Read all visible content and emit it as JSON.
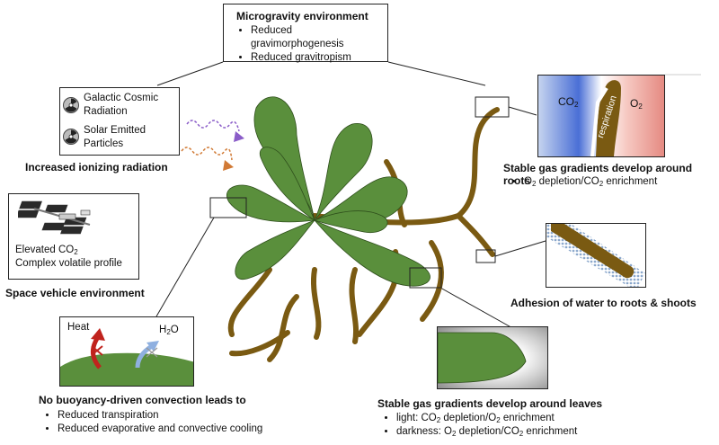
{
  "microgravity": {
    "title": "Microgravity environment",
    "bullets": [
      "Reduced gravimorphogenesis",
      "Reduced gravitropism"
    ]
  },
  "radiation": {
    "items": [
      {
        "line1": "Galactic Cosmic",
        "line2": "Radiation"
      },
      {
        "line1": "Solar Emitted",
        "line2": "Particles"
      }
    ],
    "caption": "Increased ionizing radiation"
  },
  "vehicle": {
    "line1_pre": "Elevated CO",
    "line1_sub": "2",
    "line2": "Complex volatile profile",
    "caption": "Space vehicle environment"
  },
  "convection": {
    "heat_label": "Heat",
    "water_pre": "H",
    "water_sub": "2",
    "water_post": "O",
    "title": "No buoyancy-driven convection leads to",
    "bullets": [
      "Reduced transpiration",
      "Reduced evaporative and convective cooling"
    ]
  },
  "roots_gas": {
    "co2_pre": "CO",
    "co2_sub": "2",
    "o2_pre": "O",
    "o2_sub": "2",
    "respiration": "respiration",
    "title": "Stable gas gradients develop around roots",
    "bullet_a": "O",
    "bullet_a_sub": "2",
    "bullet_b": " depletion/CO",
    "bullet_b_sub": "2",
    "bullet_c": " enrichment"
  },
  "adhesion": {
    "caption": "Adhesion of water to roots & shoots"
  },
  "leaves_gas": {
    "title": "Stable gas gradients develop around leaves",
    "light": {
      "p1": "light: CO",
      "s1": "2",
      "p2": " depletion/O",
      "s2": "2",
      "p3": " enrichment"
    },
    "dark": {
      "p1": "darkness: O",
      "s1": "2",
      "p2": " depletion/CO",
      "s2": "2",
      "p3": " enrichment"
    }
  },
  "colors": {
    "leaf": "#5a8f3c",
    "root": "#7a5a12",
    "co2_blue": "#4a6fd6",
    "o2_red": "#e58a82",
    "heat_red": "#c0231d",
    "water_blue": "#8fb0e0"
  }
}
